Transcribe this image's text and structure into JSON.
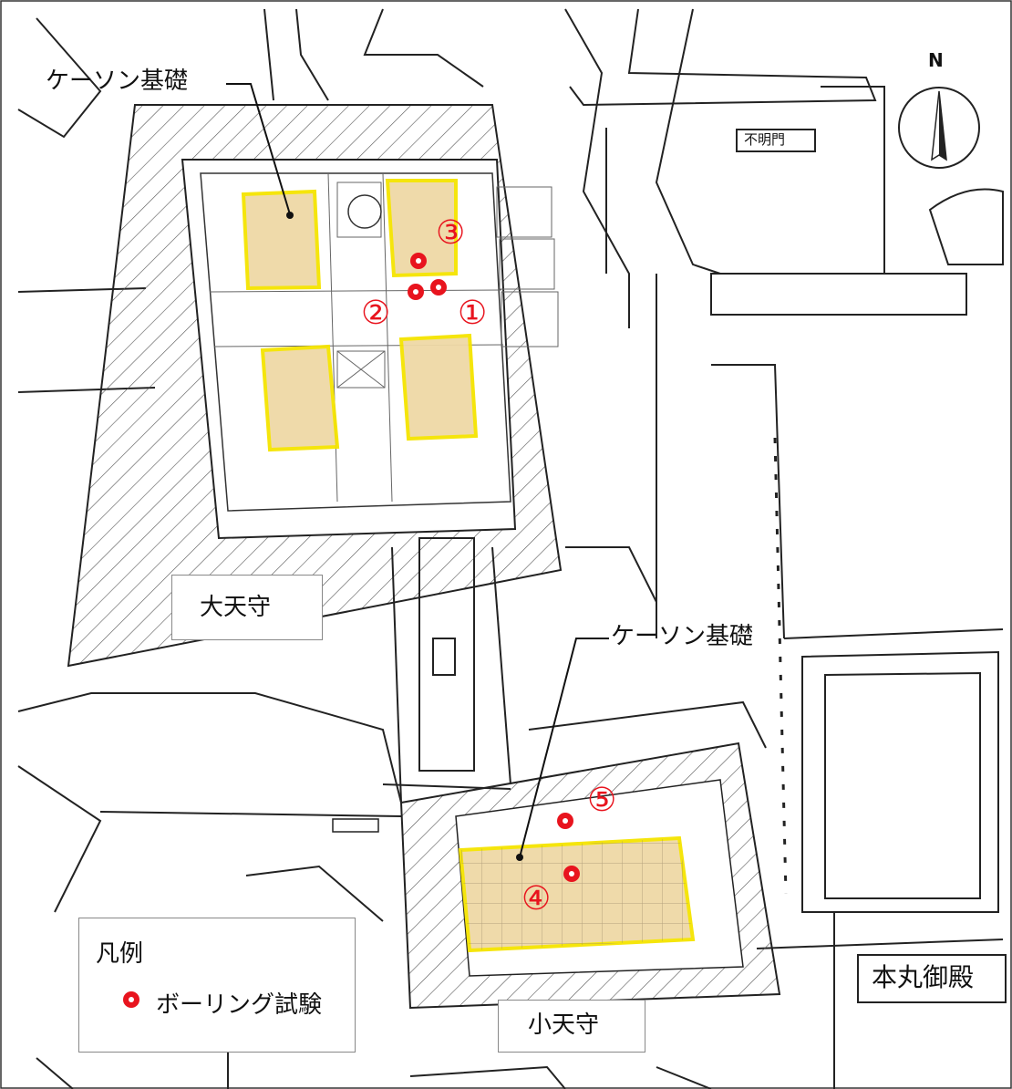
{
  "callouts": {
    "caisson_top": "ケーソン基礎",
    "caisson_bottom": "ケーソン基礎"
  },
  "buildings": {
    "main_keep": "大天守",
    "small_keep": "小天守",
    "honmaru_palace": "本丸御殿",
    "gate": "不明門"
  },
  "compass": {
    "north": "N"
  },
  "boring_points": [
    {
      "label": "①"
    },
    {
      "label": "②"
    },
    {
      "label": "③"
    },
    {
      "label": "④"
    },
    {
      "label": "⑤"
    }
  ],
  "legend": {
    "title": "凡例",
    "boring_test": "ボーリング試験"
  },
  "colors": {
    "boring_dot": "#e8141e",
    "caisson_fill": "#efd9a6",
    "caisson_border": "#f5e400",
    "hatch_line": "#555555"
  }
}
